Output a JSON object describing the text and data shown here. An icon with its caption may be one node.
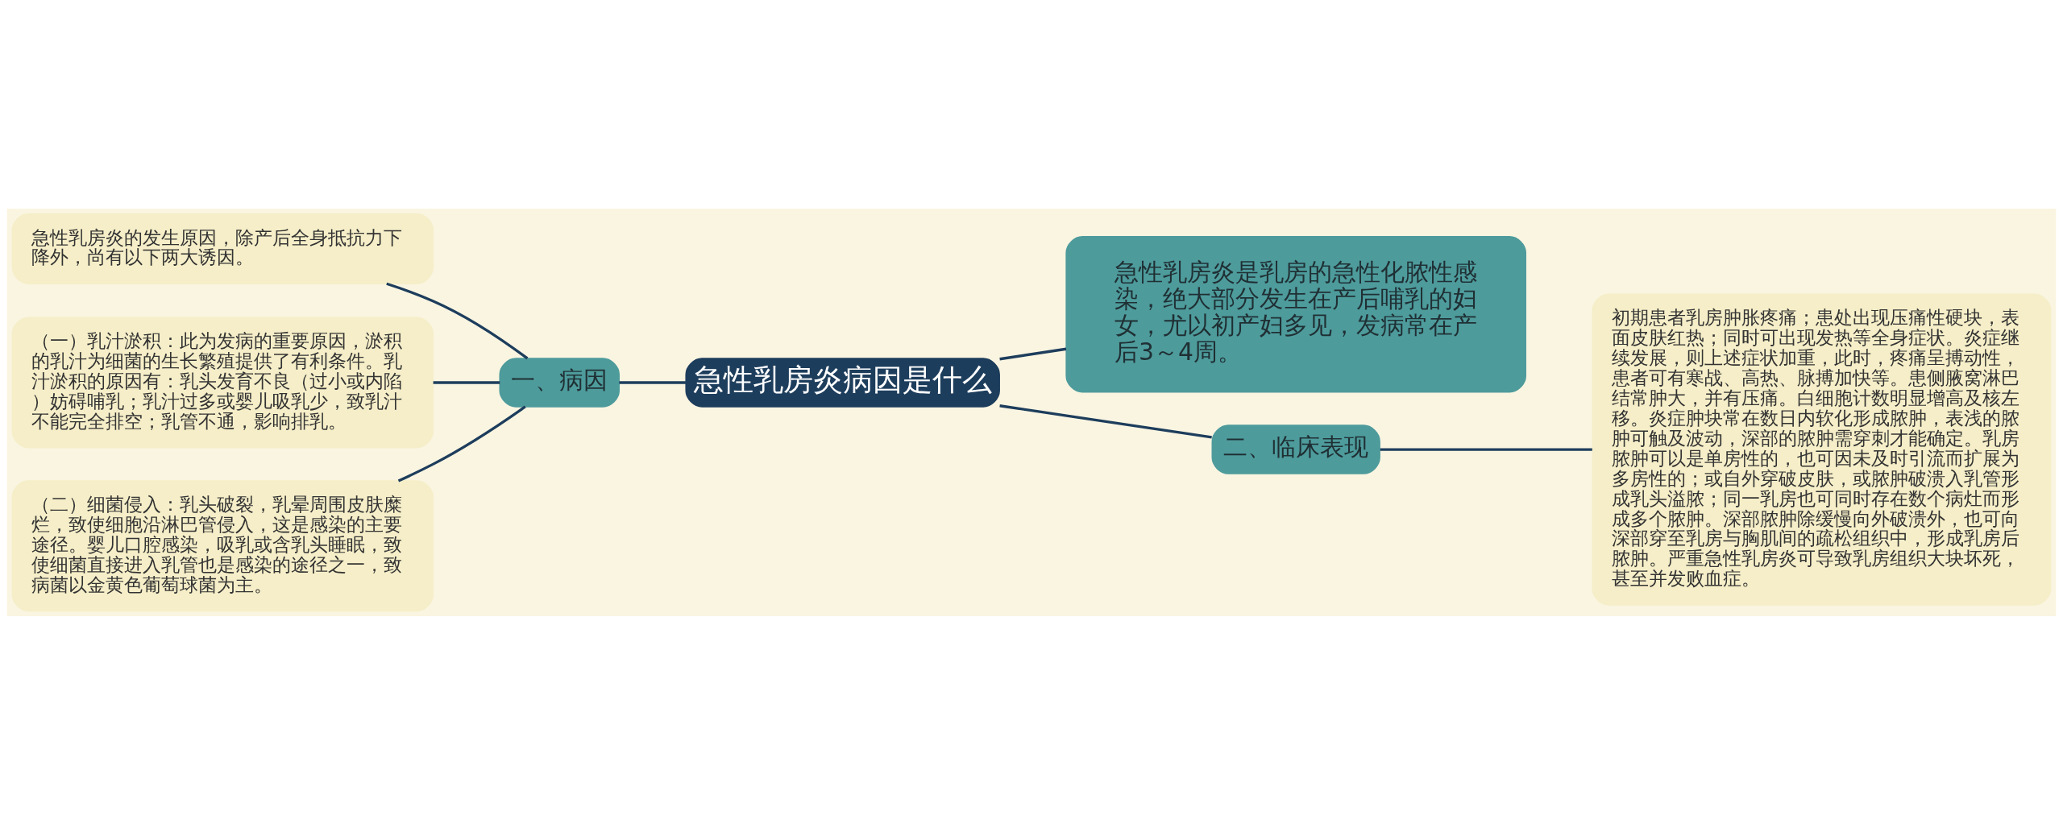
{
  "diagram": {
    "nodes": [
      {
        "text": [
          "急性乳房炎病因是什么"
        ]
      },
      {
        "text": [
          "一、病因"
        ]
      },
      {
        "text": [
          "急性乳房炎的发生原因，除产后全身抵抗力下降外，尚有以下两大诱因。"
        ]
      },
      {
        "text": [
          "（一）乳汁淤积：此为发病的重要原因，淤积的乳汁为细菌的生长繁殖提供了有利条件。乳汁淤积的原因有：乳头发育不良（过小或内陷）妨碍哺乳；乳汁过多或婴儿吸乳少，致乳汁不能完全排空；乳管不通，影响排乳。"
        ]
      },
      {
        "text": [
          "（二）细菌侵入：乳头破裂，乳晕周围皮肤糜烂，致使细胞沿淋巴管侵入，这是感染的主要途径。婴儿口腔感染，吸乳或含乳头睡眠，致使细菌直接进入乳管也是感染的途径之一，致病菌以金黄色葡萄球菌为主。"
        ]
      },
      {
        "text": [
          "急性乳房炎是乳房的急性化脓性感染，绝大部分发生在产后哺乳的妇女，尤以初产妇多见，发病常在产后3～4周。"
        ]
      },
      {
        "text": [
          "二、临床表现"
        ]
      },
      {
        "text": [
          "初期患者乳房肿胀疼痛；患处出现压痛性硬块，表面皮肤红热；同时可出现发热等全身症状。炎症继续发展，则上述症状加重，此时，疼痛呈搏动性，患者可有寒战、高热、脉搏加快等。患侧腋窝淋巴结常肿大，并有压痛。白细胞计数明显增高及核左移。炎症肿块常在数日内软化形成脓肿，表浅的脓肿可触及波动，深部的脓肿需穿刺才能确定。乳房脓肿可以是单房性的，也可因未及时引流而扩展为多房性的；或自外穿破皮肤，或脓肿破溃入乳管形成乳头溢脓；同一乳房也可同时存在数个病灶而形成多个脓肿。深部脓肿除缓慢向外破溃外，也可向深部穿至乳房与胸肌间的疏松组织中，形成乳房后脓肿。严重急性乳房炎可导致乳房组织大块坏死，甚至并发败血症。"
        ]
      }
    ],
    "edges": [
      {
        "from": 1,
        "to": 0,
        "arrow": "none"
      },
      {
        "from": 2,
        "to": 1,
        "arrow": "none"
      },
      {
        "from": 3,
        "to": 1,
        "arrow": "none"
      },
      {
        "from": 4,
        "to": 1,
        "arrow": "none"
      },
      {
        "from": 0,
        "to": 5,
        "arrow": "none"
      },
      {
        "from": 0,
        "to": 6,
        "arrow": "none"
      },
      {
        "from": 6,
        "to": 7,
        "arrow": "none"
      }
    ]
  }
}
